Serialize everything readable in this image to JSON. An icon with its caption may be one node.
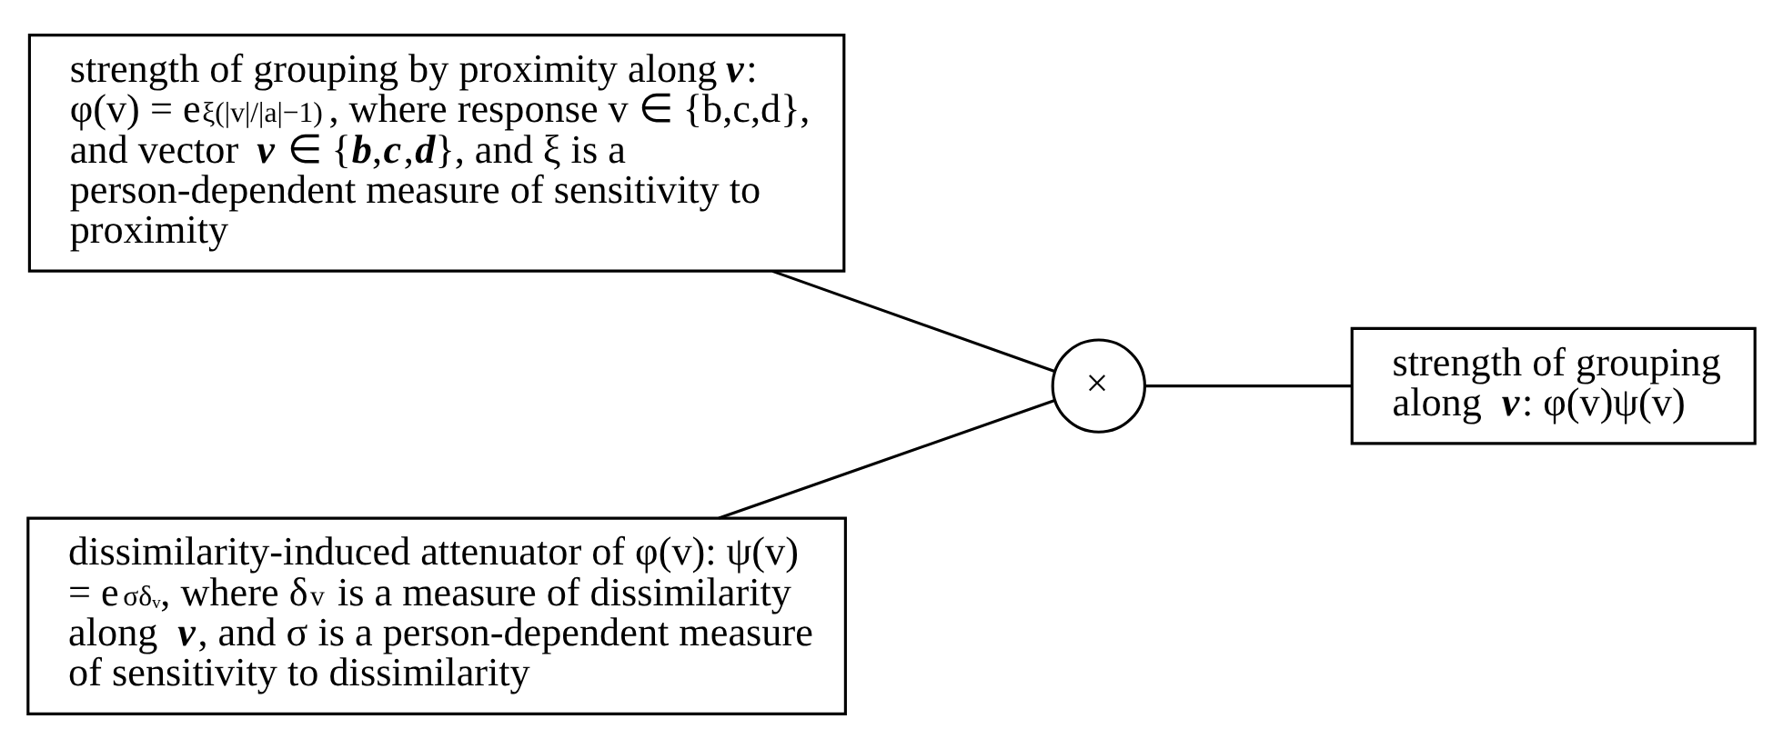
{
  "diagram": {
    "nodes": [
      {
        "text": [
          "strength of grouping by proximity along **v**: φ(v) = e$^{ξ(|v|/|a|−1)}$, where response v ∈ {b,c,d}, and vector **v** ∈ {**b**,**c**,**d**}, and ξ is a person-dependent measure of sensitivity to proximity"
        ]
      },
      {
        "text": [
          "dissimilarity-induced attenuator of φ(v): ψ(v) = e$^{σδᵥ}$, where δ$_{v}$ is a measure of dissimilarity along **v**, and σ is a person-dependent measure of sensitivity to dissimilarity"
        ]
      },
      {
        "text": [
          "×"
        ]
      },
      {
        "text": [
          "strength of grouping along **v**: φ(v)ψ(v)"
        ]
      }
    ],
    "edges": [
      {
        "from": 0,
        "to": 2,
        "arrow": "none"
      },
      {
        "from": 1,
        "to": 2,
        "arrow": "none"
      },
      {
        "from": 2,
        "to": 3,
        "arrow": "none"
      }
    ]
  }
}
